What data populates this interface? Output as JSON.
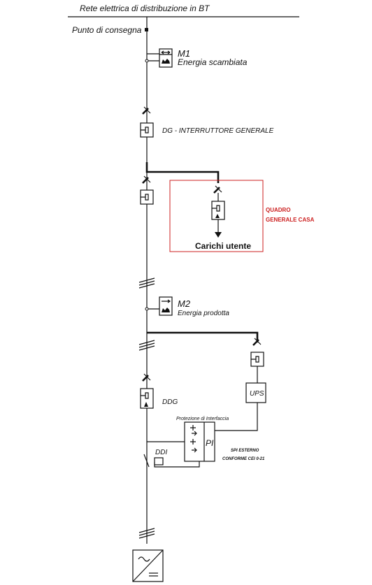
{
  "grid_label": "Rete elettrica di distribuzione in BT",
  "delivery_point": "Punto di consegna",
  "meter_m1": {
    "id": "M1",
    "desc": "Energia scambiata"
  },
  "dg": "DG - INTERRUTTORE GENERALE",
  "house_panel": {
    "title_line1": "QUADRO",
    "title_line2": "GENERALE CASA",
    "loads": "Carichi utente",
    "border_color": "#cc1f1f"
  },
  "meter_m2": {
    "id": "M2",
    "desc": "Energia prodotta"
  },
  "ups": "UPS",
  "ddg": "DDG",
  "interface": {
    "title": "Protezione di Interfaccia",
    "code": "PI",
    "note_line1": "SPI ESTERNO",
    "note_line2": "CONFORME CEI 0-21"
  },
  "ddi": "DDI"
}
